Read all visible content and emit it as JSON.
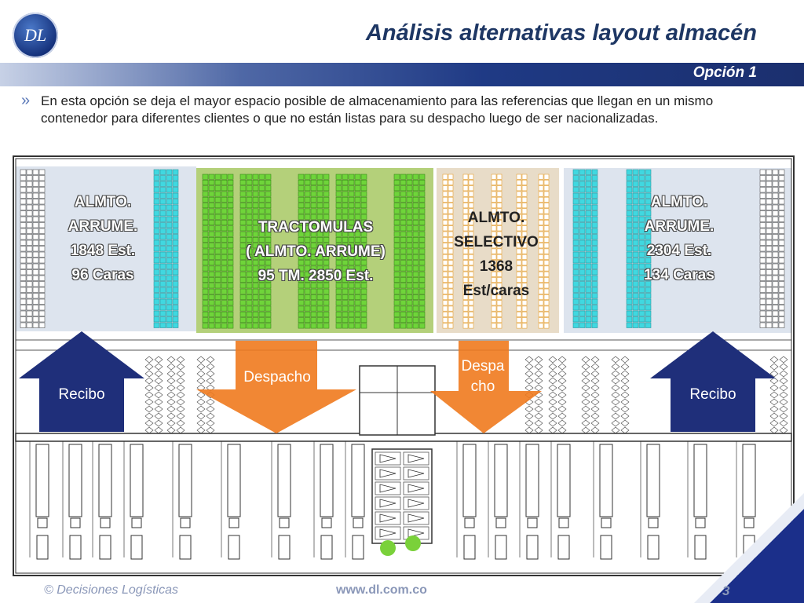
{
  "header": {
    "logo_text": "DL",
    "title": "Análisis alternativas layout almacén",
    "option": "Opción 1"
  },
  "description": "En esta opción se  deja el mayor espacio posible de almacenamiento para las referencias que llegan en un mismo contenedor para diferentes clientes o  que no están listas para su despacho luego de ser nacionalizadas.",
  "zones": {
    "left": {
      "line1": "ALMTO.",
      "line2": "ARRUME.",
      "line3": "1848 Est.",
      "line4": "96 Caras"
    },
    "tracto": {
      "line1": "TRACTOMULAS",
      "line2": "( ALMTO. ARRUME)",
      "line3": "95 TM.  2850 Est."
    },
    "selectivo": {
      "line1": "ALMTO.",
      "line2": "SELECTIVO",
      "line3": "1368",
      "line4": "Est/caras"
    },
    "right": {
      "line1": "ALMTO.",
      "line2": "ARRUME.",
      "line3": "2304 Est.",
      "line4": "134 Caras"
    }
  },
  "arrows": {
    "recibo_left": "Recibo",
    "despacho": "Despacho",
    "despa_line1": "Despa",
    "despa_line2": "cho",
    "recibo_right": "Recibo"
  },
  "colors": {
    "recibo_arrow": "#1f2f7a",
    "despacho_arrow": "#f07a1e",
    "tracto_zone": "#6fd43a",
    "selectivo_zone": "#e8dcc8",
    "arrume_zone": "#dde4ee",
    "rack_cyan": "#40d8e0"
  },
  "footer": {
    "copyright": "© Decisiones Logísticas",
    "website": "www.dl.com.co",
    "page": "3"
  }
}
